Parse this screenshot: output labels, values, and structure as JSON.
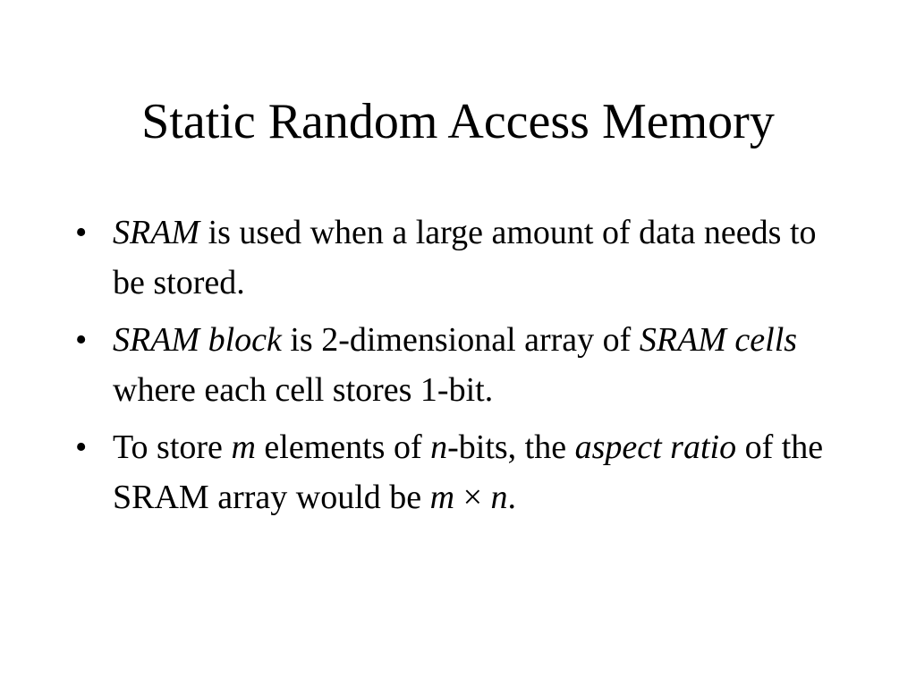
{
  "slide": {
    "title": "Static Random Access Memory",
    "bullet_marker": "•",
    "bullets": [
      {
        "parts": [
          {
            "text": "SRAM",
            "italic": true
          },
          {
            "text": " is used when a large amount of data needs to be stored.",
            "italic": false
          }
        ]
      },
      {
        "parts": [
          {
            "text": "SRAM block",
            "italic": true
          },
          {
            "text": " is 2-dimensional array of ",
            "italic": false
          },
          {
            "text": "SRAM cells",
            "italic": true
          },
          {
            "text": " where each cell stores 1-bit.",
            "italic": false
          }
        ]
      },
      {
        "parts": [
          {
            "text": "To store ",
            "italic": false
          },
          {
            "text": "m",
            "italic": true
          },
          {
            "text": " elements of ",
            "italic": false
          },
          {
            "text": "n",
            "italic": true
          },
          {
            "text": "-bits, the ",
            "italic": false
          },
          {
            "text": "aspect ratio",
            "italic": true
          },
          {
            "text": " of the SRAM array would be ",
            "italic": false
          },
          {
            "text": "m",
            "italic": true
          },
          {
            "text": " × ",
            "italic": false
          },
          {
            "text": "n",
            "italic": true
          },
          {
            "text": ".",
            "italic": false
          }
        ]
      }
    ]
  }
}
